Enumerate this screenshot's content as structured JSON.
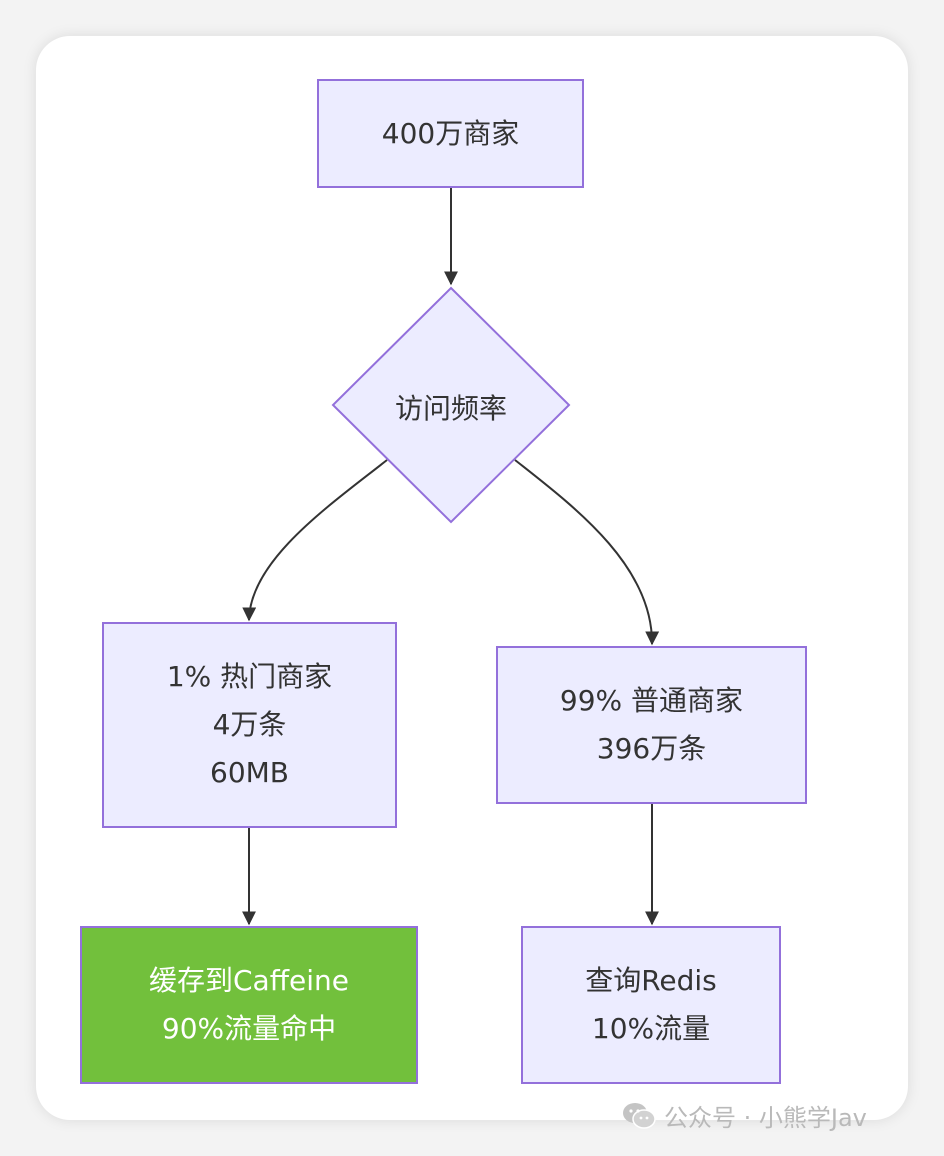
{
  "diagram": {
    "root": {
      "label": "400万商家"
    },
    "decision": {
      "label": "访问频率"
    },
    "hot": {
      "lines": [
        "1% 热门商家",
        "4万条",
        "60MB"
      ]
    },
    "normal": {
      "lines": [
        "99% 普通商家",
        "396万条"
      ]
    },
    "caffeine": {
      "lines": [
        "缓存到Caffeine",
        "90%流量命中"
      ]
    },
    "redis": {
      "lines": [
        "查询Redis",
        "10%流量"
      ]
    }
  },
  "watermark": {
    "text": "公众号 · 小熊学Jav"
  },
  "colors": {
    "node_fill": "#ececff",
    "node_border": "#9370db",
    "highlight_fill": "#72c03c",
    "edge": "#333333"
  }
}
